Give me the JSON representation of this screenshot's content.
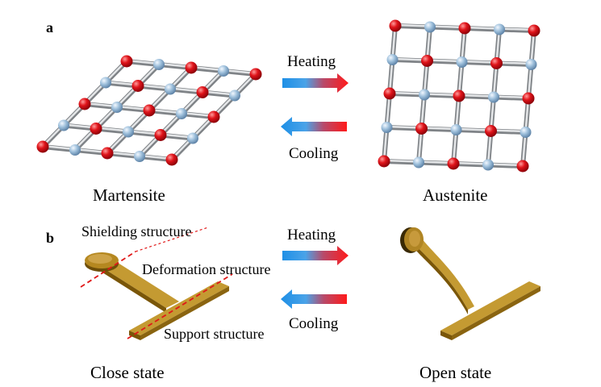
{
  "panel_a": {
    "label": "a",
    "left_caption": "Martensite",
    "right_caption": "Austenite",
    "heating_label": "Heating",
    "cooling_label": "Cooling"
  },
  "panel_b": {
    "label": "b",
    "left_caption": "Close state",
    "right_caption": "Open state",
    "heating_label": "Heating",
    "cooling_label": "Cooling",
    "shielding_label": "Shielding structure",
    "deformation_label": "Deformation structure",
    "support_label": "Support structure"
  },
  "colors": {
    "atom_red": "#e0141a",
    "atom_blue": "#9dbfdb",
    "bond": "#c8ccd0",
    "hot": "#ff1a1a",
    "cold": "#1e8fe6",
    "structure": "#a07418",
    "dashed_line": "#e01818"
  },
  "icons": {
    "heating": "gradient-arrow-right",
    "cooling": "gradient-arrow-left"
  }
}
